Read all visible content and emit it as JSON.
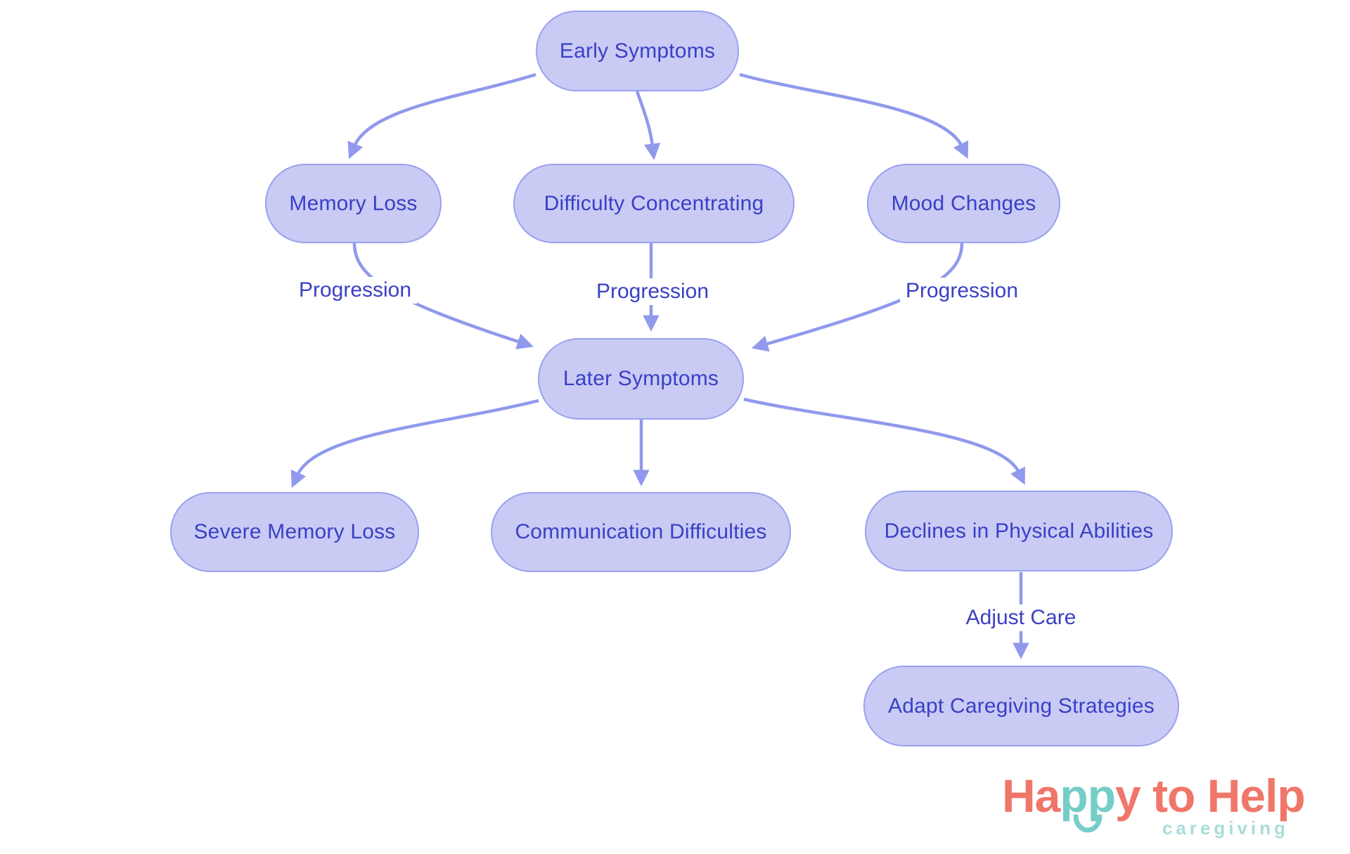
{
  "diagram": {
    "title_hint": "Symptom progression flowchart",
    "nodes": [
      {
        "id": "early-symptoms",
        "label": "Early Symptoms"
      },
      {
        "id": "memory-loss",
        "label": "Memory Loss"
      },
      {
        "id": "difficulty-concentrating",
        "label": "Difficulty Concentrating"
      },
      {
        "id": "mood-changes",
        "label": "Mood Changes"
      },
      {
        "id": "later-symptoms",
        "label": "Later Symptoms"
      },
      {
        "id": "severe-memory-loss",
        "label": "Severe Memory Loss"
      },
      {
        "id": "communication-difficulties",
        "label": "Communication Difficulties"
      },
      {
        "id": "declines-physical",
        "label": "Declines in Physical Abilities"
      },
      {
        "id": "adapt-strategies",
        "label": "Adapt Caregiving Strategies"
      }
    ],
    "edges": [
      {
        "from": "Early Symptoms",
        "to": "Memory Loss",
        "label": ""
      },
      {
        "from": "Early Symptoms",
        "to": "Difficulty Concentrating",
        "label": ""
      },
      {
        "from": "Early Symptoms",
        "to": "Mood Changes",
        "label": ""
      },
      {
        "from": "Memory Loss",
        "to": "Later Symptoms",
        "label": "Progression"
      },
      {
        "from": "Difficulty Concentrating",
        "to": "Later Symptoms",
        "label": "Progression"
      },
      {
        "from": "Mood Changes",
        "to": "Later Symptoms",
        "label": "Progression"
      },
      {
        "from": "Later Symptoms",
        "to": "Severe Memory Loss",
        "label": ""
      },
      {
        "from": "Later Symptoms",
        "to": "Communication Difficulties",
        "label": ""
      },
      {
        "from": "Later Symptoms",
        "to": "Declines in Physical Abilities",
        "label": ""
      },
      {
        "from": "Declines in Physical Abilities",
        "to": "Adapt Caregiving Strategies",
        "label": "Adjust Care"
      }
    ],
    "colors": {
      "background": "#ffffff",
      "node_fill": "#c9cbf4",
      "node_border": "#9aa1ef",
      "edge_line": "#9099ec",
      "text": "#3a40c4"
    }
  },
  "logo": {
    "word1_prefix": "Ha",
    "word1_teal": "pp",
    "word1_suffix": "y",
    "middle": " to ",
    "word2": "Help",
    "subtitle": "caregiving",
    "colors": {
      "coral": "#f0766a",
      "teal": "#74cdc8",
      "subtitle_teal": "#a8ddd8"
    }
  }
}
